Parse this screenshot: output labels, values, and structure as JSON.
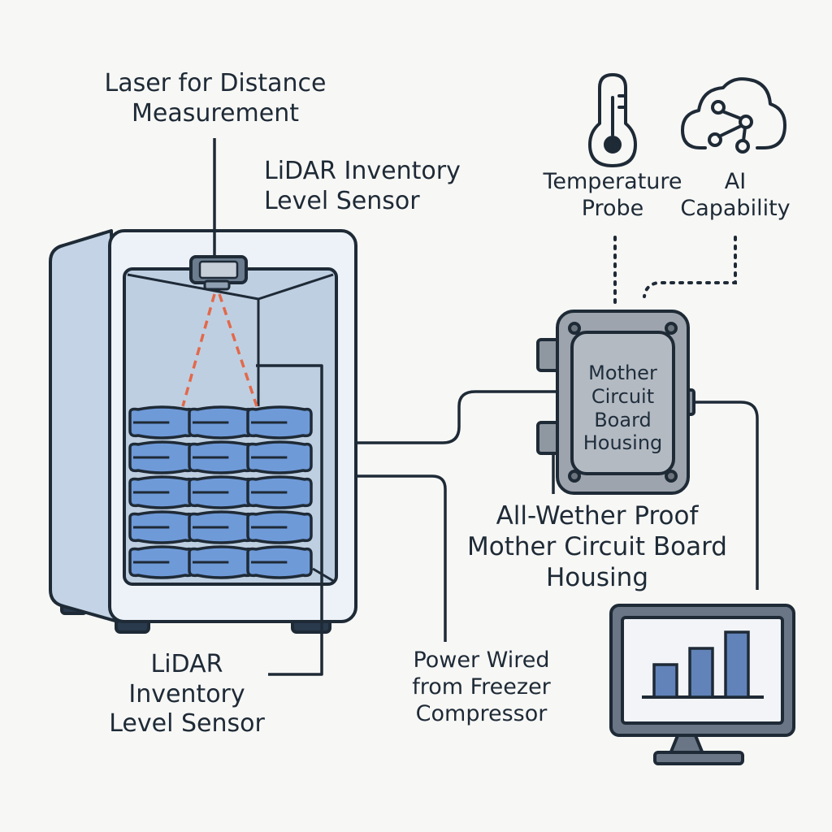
{
  "labels": {
    "laser": "Laser for Distance\nMeasurement",
    "lidar_top": "LiDAR Inventory\nLevel Sensor",
    "temperature_probe": "Temperature\nProbe",
    "ai_capability": "AI\nCapability",
    "housing_box": "Mother\nCircuit\nBoard\nHousing",
    "all_weather": "All-Wether Proof\nMother Circuit Board\nHousing",
    "lidar_bottom": "LiDAR\nInventory\nLevel Sensor",
    "power": "Power Wired\nfrom Freezer\nCompressor"
  },
  "monitor_chart": {
    "type": "bar",
    "values": [
      2,
      3,
      4
    ]
  },
  "icons": {
    "thermometer": "thermometer-icon",
    "ai_cloud": "ai-cloud-icon",
    "monitor": "monitor-icon",
    "freezer": "freezer-icon",
    "sensor": "lidar-sensor-icon",
    "housing": "circuit-housing-icon"
  },
  "colors": {
    "outline": "#1e2a36",
    "freezer_body": "#edf2f8",
    "freezer_side": "#c4d4e6",
    "freezer_inside": "#bfcfe2",
    "packages": "#6f9ad8",
    "laser": "#e2694a",
    "housing": "#9da4ad",
    "housing_inner": "#b4bac2",
    "bars": "#6183b9"
  }
}
